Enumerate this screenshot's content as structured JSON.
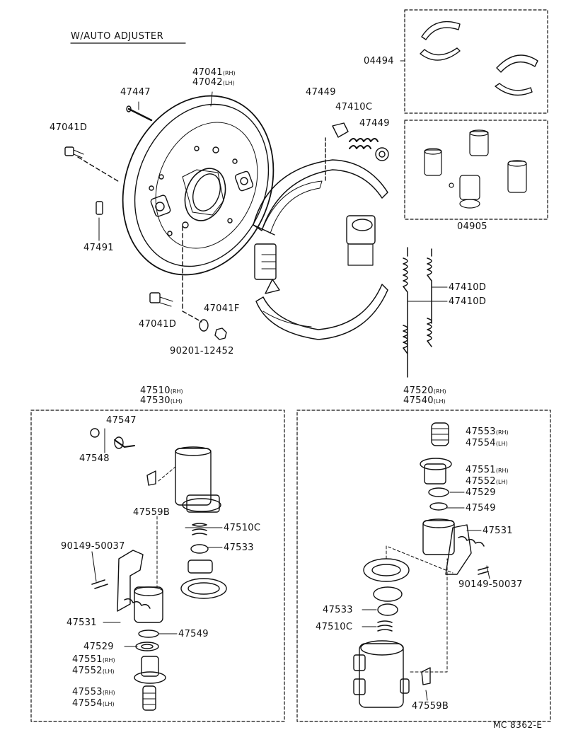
{
  "header": {
    "title": "W/AUTO ADJUSTER"
  },
  "footer": {
    "ref": "MC 8362-E"
  },
  "labels": [
    {
      "id": "l01",
      "num": "04494",
      "sfx": ""
    },
    {
      "id": "l02",
      "num": "04905",
      "sfx": ""
    },
    {
      "id": "l03",
      "num": "47041",
      "sfx": "(RH)"
    },
    {
      "id": "l04",
      "num": "47042",
      "sfx": "(LH)"
    },
    {
      "id": "l05",
      "num": "47447",
      "sfx": ""
    },
    {
      "id": "l06",
      "num": "47041D",
      "sfx": ""
    },
    {
      "id": "l07",
      "num": "47491",
      "sfx": ""
    },
    {
      "id": "l08",
      "num": "47041D",
      "sfx": ""
    },
    {
      "id": "l09",
      "num": "47041F",
      "sfx": ""
    },
    {
      "id": "l10",
      "num": "90201-12452",
      "sfx": ""
    },
    {
      "id": "l11",
      "num": "47449",
      "sfx": ""
    },
    {
      "id": "l12",
      "num": "47410C",
      "sfx": ""
    },
    {
      "id": "l13",
      "num": "47449",
      "sfx": ""
    },
    {
      "id": "l14",
      "num": "47410D",
      "sfx": ""
    },
    {
      "id": "l15",
      "num": "47410D",
      "sfx": ""
    },
    {
      "id": "l16",
      "num": "47510",
      "sfx": "(RH)"
    },
    {
      "id": "l17",
      "num": "47530",
      "sfx": "(LH)"
    },
    {
      "id": "l18",
      "num": "47547",
      "sfx": ""
    },
    {
      "id": "l19",
      "num": "47548",
      "sfx": ""
    },
    {
      "id": "l20",
      "num": "47559B",
      "sfx": ""
    },
    {
      "id": "l21",
      "num": "47510C",
      "sfx": ""
    },
    {
      "id": "l22",
      "num": "47533",
      "sfx": ""
    },
    {
      "id": "l23",
      "num": "90149-50037",
      "sfx": ""
    },
    {
      "id": "l24",
      "num": "47531",
      "sfx": ""
    },
    {
      "id": "l25",
      "num": "47549",
      "sfx": ""
    },
    {
      "id": "l26",
      "num": "47529",
      "sfx": ""
    },
    {
      "id": "l27",
      "num": "47551",
      "sfx": "(RH)"
    },
    {
      "id": "l28",
      "num": "47552",
      "sfx": "(LH)"
    },
    {
      "id": "l29",
      "num": "47553",
      "sfx": "(RH)"
    },
    {
      "id": "l30",
      "num": "47554",
      "sfx": "(LH)"
    },
    {
      "id": "l31",
      "num": "47520",
      "sfx": "(RH)"
    },
    {
      "id": "l32",
      "num": "47540",
      "sfx": "(LH)"
    },
    {
      "id": "l33",
      "num": "47553",
      "sfx": "(RH)"
    },
    {
      "id": "l34",
      "num": "47554",
      "sfx": "(LH)"
    },
    {
      "id": "l35",
      "num": "47551",
      "sfx": "(RH)"
    },
    {
      "id": "l36",
      "num": "47552",
      "sfx": "(LH)"
    },
    {
      "id": "l37",
      "num": "47529",
      "sfx": ""
    },
    {
      "id": "l38",
      "num": "47549",
      "sfx": ""
    },
    {
      "id": "l39",
      "num": "47531",
      "sfx": ""
    },
    {
      "id": "l40",
      "num": "90149-50037",
      "sfx": ""
    },
    {
      "id": "l41",
      "num": "47533",
      "sfx": ""
    },
    {
      "id": "l42",
      "num": "47510C",
      "sfx": ""
    },
    {
      "id": "l43",
      "num": "47559B",
      "sfx": ""
    }
  ]
}
